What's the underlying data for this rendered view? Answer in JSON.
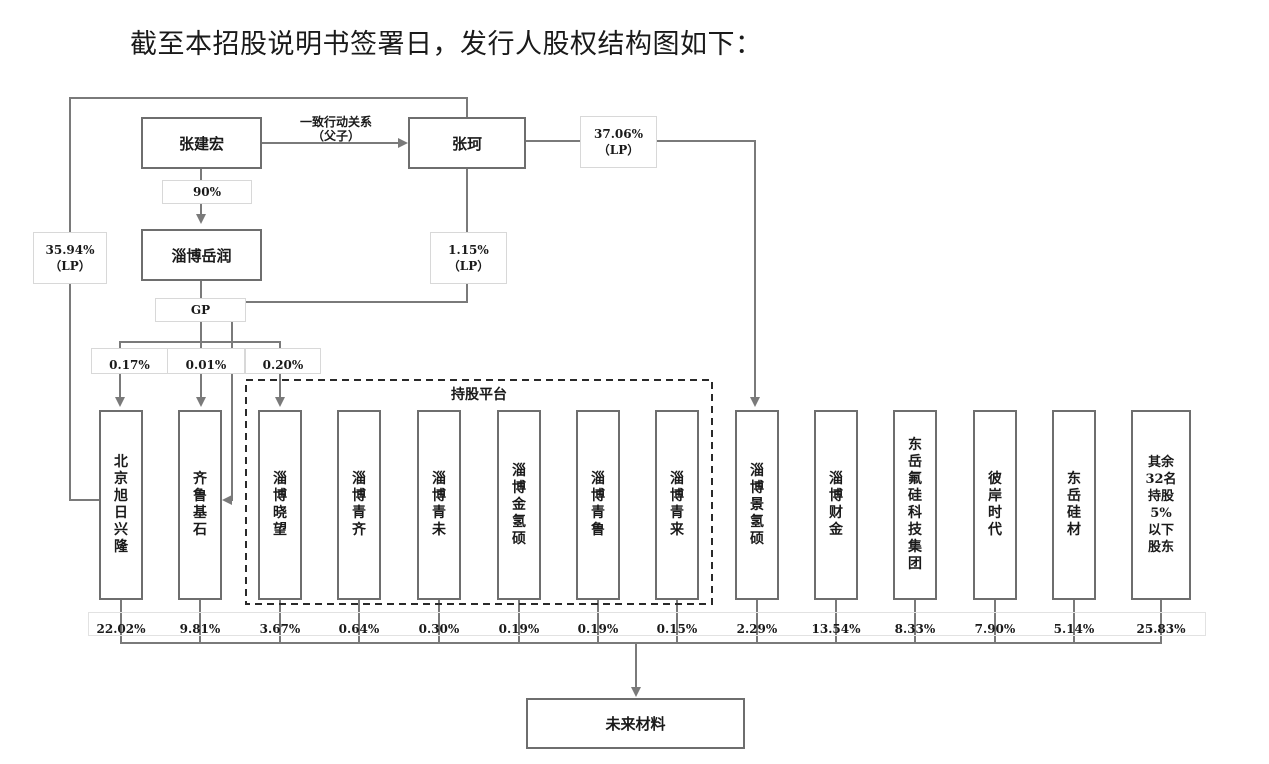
{
  "heading": "截至本招股说明书签署日，发行人股权结构图如下：",
  "top": {
    "zhang_jianhong": "张建宏",
    "zhang_ke": "张珂",
    "concerted_action": "一致行动关系\n（父子）",
    "zibo_yuerun": "淄博岳润",
    "gp_label": "GP",
    "pct_90": "90%",
    "pct_3594_lp": "35.94%\n（LP）",
    "pct_115_lp": "1.15%\n（LP）",
    "pct_3706_lp": "37.06%\n（LP）",
    "gp_pct": [
      "0.17%",
      "0.01%",
      "0.20%"
    ]
  },
  "platform_label": "持股平台",
  "shareholders": [
    {
      "name": "北京旭日兴隆",
      "pct": "22.02%"
    },
    {
      "name": "齐鲁基石",
      "pct": "9.81%"
    },
    {
      "name": "淄博晓望",
      "pct": "3.67%"
    },
    {
      "name": "淄博青齐",
      "pct": "0.64%"
    },
    {
      "name": "淄博青未",
      "pct": "0.30%"
    },
    {
      "name": "淄博金氢硕",
      "pct": "0.19%"
    },
    {
      "name": "淄博青鲁",
      "pct": "0.19%"
    },
    {
      "name": "淄博青来",
      "pct": "0.15%"
    },
    {
      "name": "淄博景氢硕",
      "pct": "2.29%"
    },
    {
      "name": "淄博财金",
      "pct": "13.54%"
    },
    {
      "name": "东岳氟硅科技集团",
      "pct": "8.33%"
    },
    {
      "name": "彼岸时代",
      "pct": "7.90%"
    },
    {
      "name": "东岳硅材",
      "pct": "5.14%"
    },
    {
      "name": "其余32名持股5%以下股东",
      "pct": "25.83%"
    }
  ],
  "company": "未来材料"
}
